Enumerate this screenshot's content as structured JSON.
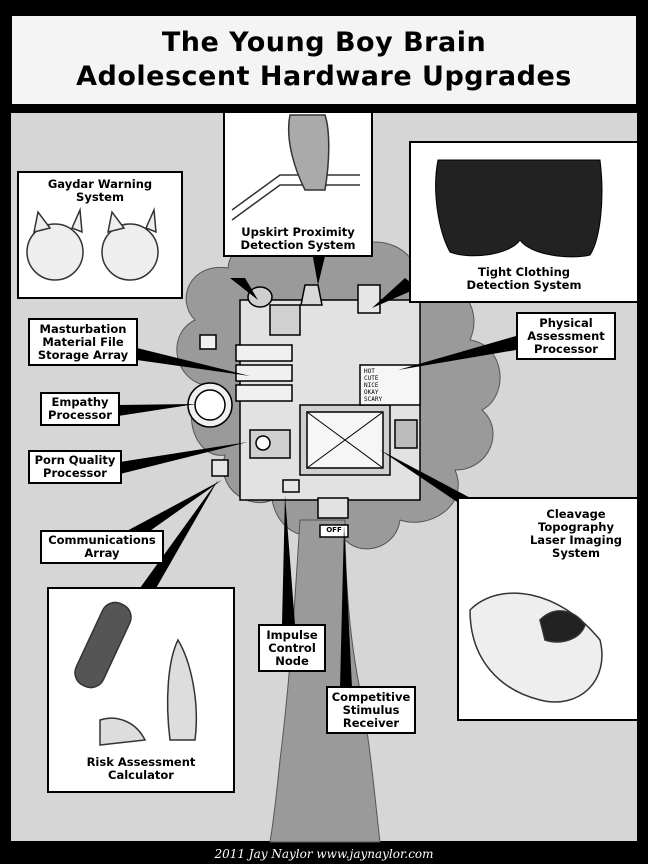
{
  "title": {
    "line1": "The Young Boy Brain",
    "line2": "Adolescent Hardware Upgrades"
  },
  "labels": {
    "gaydar": "Gaydar Warning\nSystem",
    "upskirt": "Upskirt Proximity\nDetection System",
    "tight_clothing": "Tight Clothing\nDetection System",
    "masturbation": "Masturbation\nMaterial File\nStorage Array",
    "physical": "Physical\nAssessment\nProcessor",
    "empathy": "Empathy\nProcessor",
    "porn_quality": "Porn Quality\nProcessor",
    "communications": "Communications\nArray",
    "cleavage": "Cleavage\nTopography\nLaser Imaging\nSystem",
    "impulse": "Impulse\nControl\nNode",
    "competitive": "Competitive\nStimulus\nReceiver",
    "risk": "Risk Assessment\nCalculator"
  },
  "screen_words": [
    "HOT",
    "CUTE",
    "NICE",
    "OKAY",
    "SCARY"
  ],
  "switch_label": "OFF",
  "footer": "2011 Jay Naylor www.jaynaylor.com"
}
